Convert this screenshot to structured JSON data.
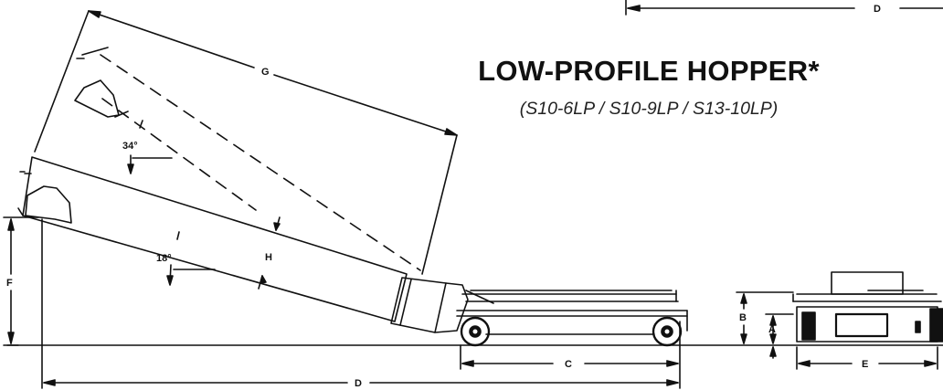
{
  "title": "LOW-PROFILE HOPPER*",
  "subtitle": "(S10-6LP / S10-9LP / S13-10LP)",
  "labels": {
    "dim_a": "A",
    "dim_b": "B",
    "dim_c": "C",
    "dim_d": "D",
    "dim_d_top": "D",
    "dim_e": "E",
    "dim_f": "F",
    "dim_g": "G",
    "dim_h": "H",
    "angle_low": "18°",
    "angle_high": "34°"
  },
  "colors": {
    "ink": "#111111",
    "background": "#ffffff"
  }
}
